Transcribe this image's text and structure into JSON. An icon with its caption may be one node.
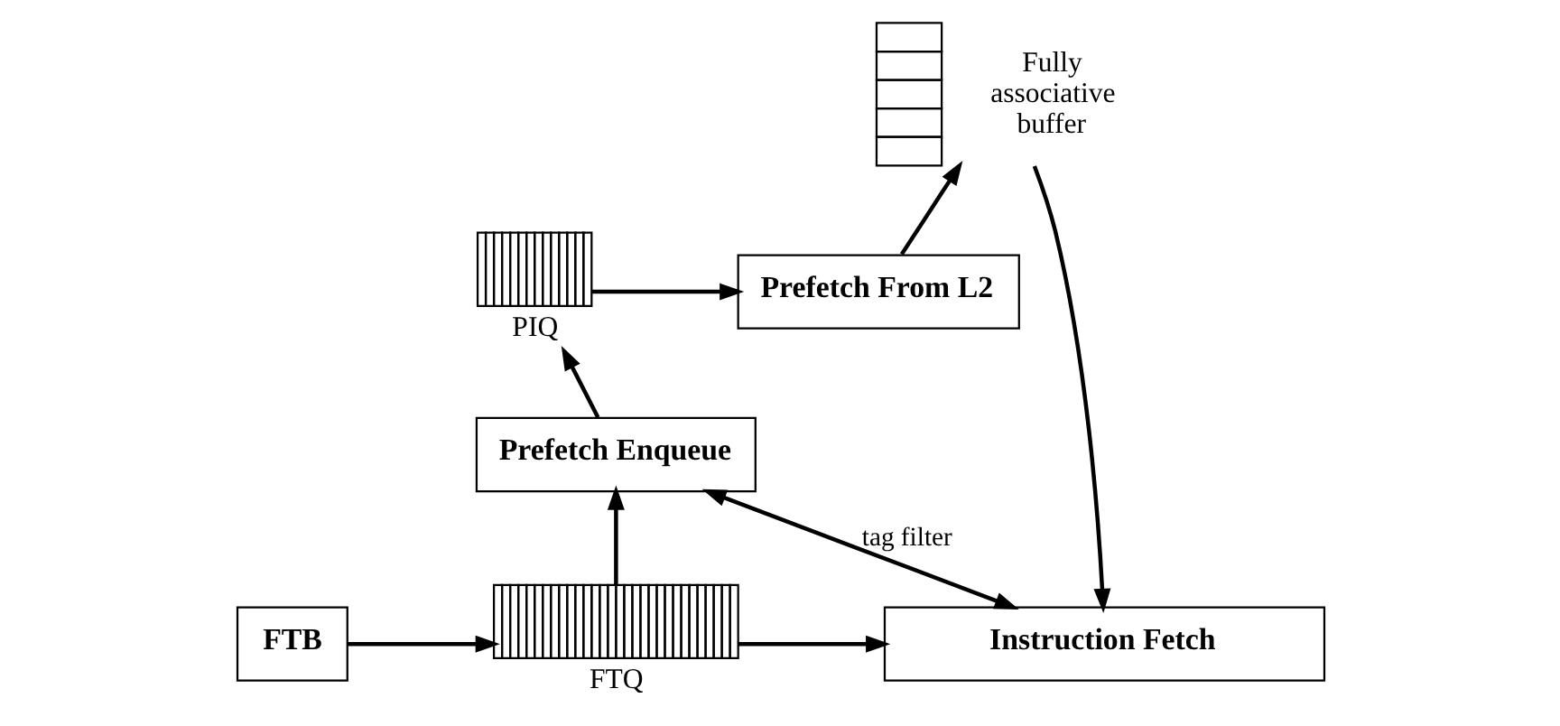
{
  "diagram": {
    "nodes": [
      {
        "text": [
          "FTB"
        ]
      },
      {
        "text": [
          "FTQ"
        ]
      },
      {
        "text": [
          "Prefetch Enqueue"
        ]
      },
      {
        "text": [
          "PIQ"
        ]
      },
      {
        "text": [
          "Prefetch From L2"
        ]
      },
      {
        "text": [
          "Fully associative buffer"
        ]
      },
      {
        "text": [
          "Instruction Fetch"
        ]
      }
    ],
    "edges": [
      {
        "from": 0,
        "to": 1,
        "arrow": "to"
      },
      {
        "from": 1,
        "to": 6,
        "arrow": "to"
      },
      {
        "from": 1,
        "to": 2,
        "arrow": "to"
      },
      {
        "from": 2,
        "to": 3,
        "arrow": "to"
      },
      {
        "from": 3,
        "to": 4,
        "arrow": "to"
      },
      {
        "from": 4,
        "to": 5,
        "arrow": "to"
      },
      {
        "from": 5,
        "to": 6,
        "arrow": "to"
      },
      {
        "from": 2,
        "to": 6,
        "arrow": "both",
        "label": "tag filter"
      }
    ]
  }
}
